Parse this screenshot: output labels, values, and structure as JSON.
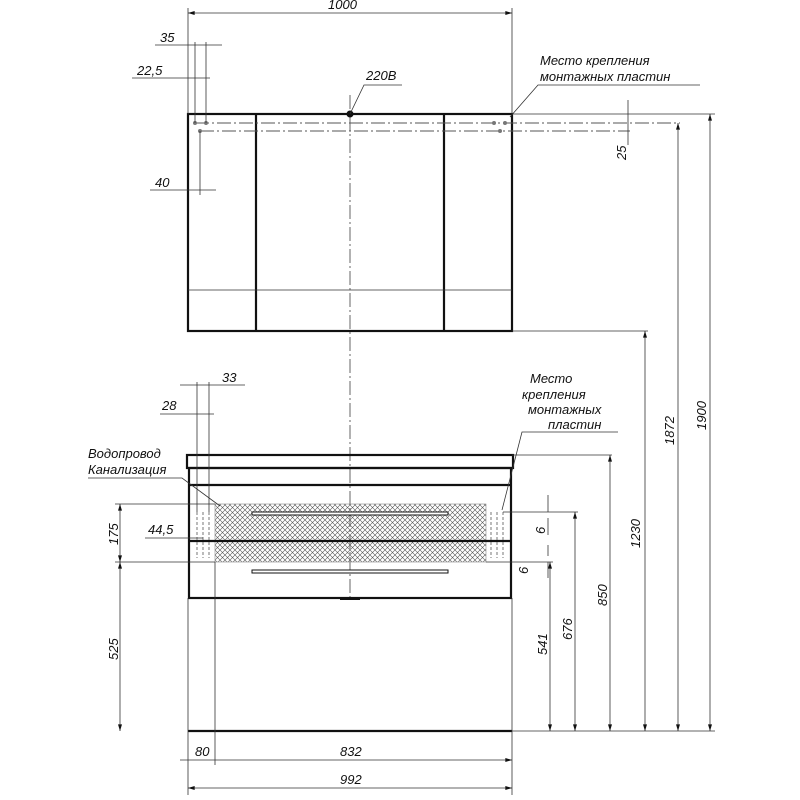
{
  "mirror_cabinet": {
    "width": "1000",
    "dim_35": "35",
    "dim_22_5": "22,5",
    "dim_40": "40",
    "power_label": "220В",
    "mount_label_line1": "Место крепления",
    "mount_label_line2": "монтажных пластин",
    "dim_25": "25",
    "dim_1872": "1872",
    "dim_1900": "1900"
  },
  "vanity": {
    "dim_33": "33",
    "dim_28": "28",
    "pipes_label_line1": "Водопровод",
    "pipes_label_line2": "Канализация",
    "mount_label_line1": "Место",
    "mount_label_line2": "крепления",
    "mount_label_line3": "монтажных",
    "mount_label_line4": "пластин",
    "dim_175": "175",
    "dim_44_5": "44,5",
    "dim_525": "525",
    "dim_6_top": "6",
    "dim_6_bottom": "6",
    "dim_541": "541",
    "dim_676": "676",
    "dim_850": "850",
    "dim_1230": "1230",
    "dim_80": "80",
    "dim_832": "832",
    "dim_992": "992"
  }
}
